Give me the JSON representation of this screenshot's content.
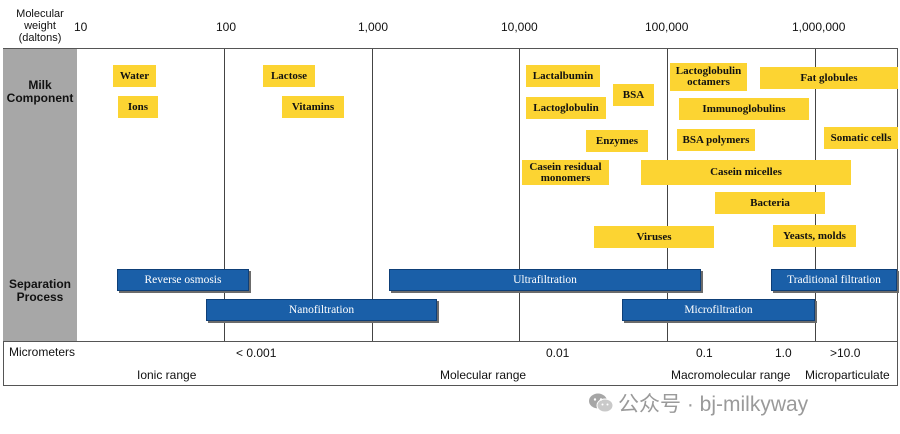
{
  "header": {
    "mw_label": "Molecular weight (daltons)",
    "ticks": [
      "10",
      "100",
      "1,000",
      "10,000",
      "100,000",
      "1,000,000"
    ]
  },
  "side_labels": {
    "milk": "Milk Component",
    "separation": "Separation Process"
  },
  "components": [
    "Water",
    "Ions",
    "Lactose",
    "Vitamins",
    "Lactalbumin",
    "Lactoglobulin",
    "BSA",
    "Lactoglobulin octamers",
    "Fat globules",
    "Immunoglobulins",
    "Enzymes",
    "BSA polymers",
    "Somatic cells",
    "Casein residual monomers",
    "Casein micelles",
    "Bacteria",
    "Viruses",
    "Yeasts, molds"
  ],
  "processes": [
    "Reverse osmosis",
    "Ultrafiltration",
    "Traditional filtration",
    "Nanofiltration",
    "Microfiltration"
  ],
  "micrometers": {
    "label": "Micrometers",
    "values": [
      "< 0.001",
      "0.01",
      "0.1",
      "1.0",
      ">10.0"
    ]
  },
  "ranges": [
    "Ionic range",
    "Molecular range",
    "Macromolecular range",
    "Microparticulate"
  ],
  "watermark": "公众号 · bj-milkyway",
  "colors": {
    "component": "#fcd432",
    "process": "#1a5fa8",
    "sidebar": "#a7a7a7"
  }
}
